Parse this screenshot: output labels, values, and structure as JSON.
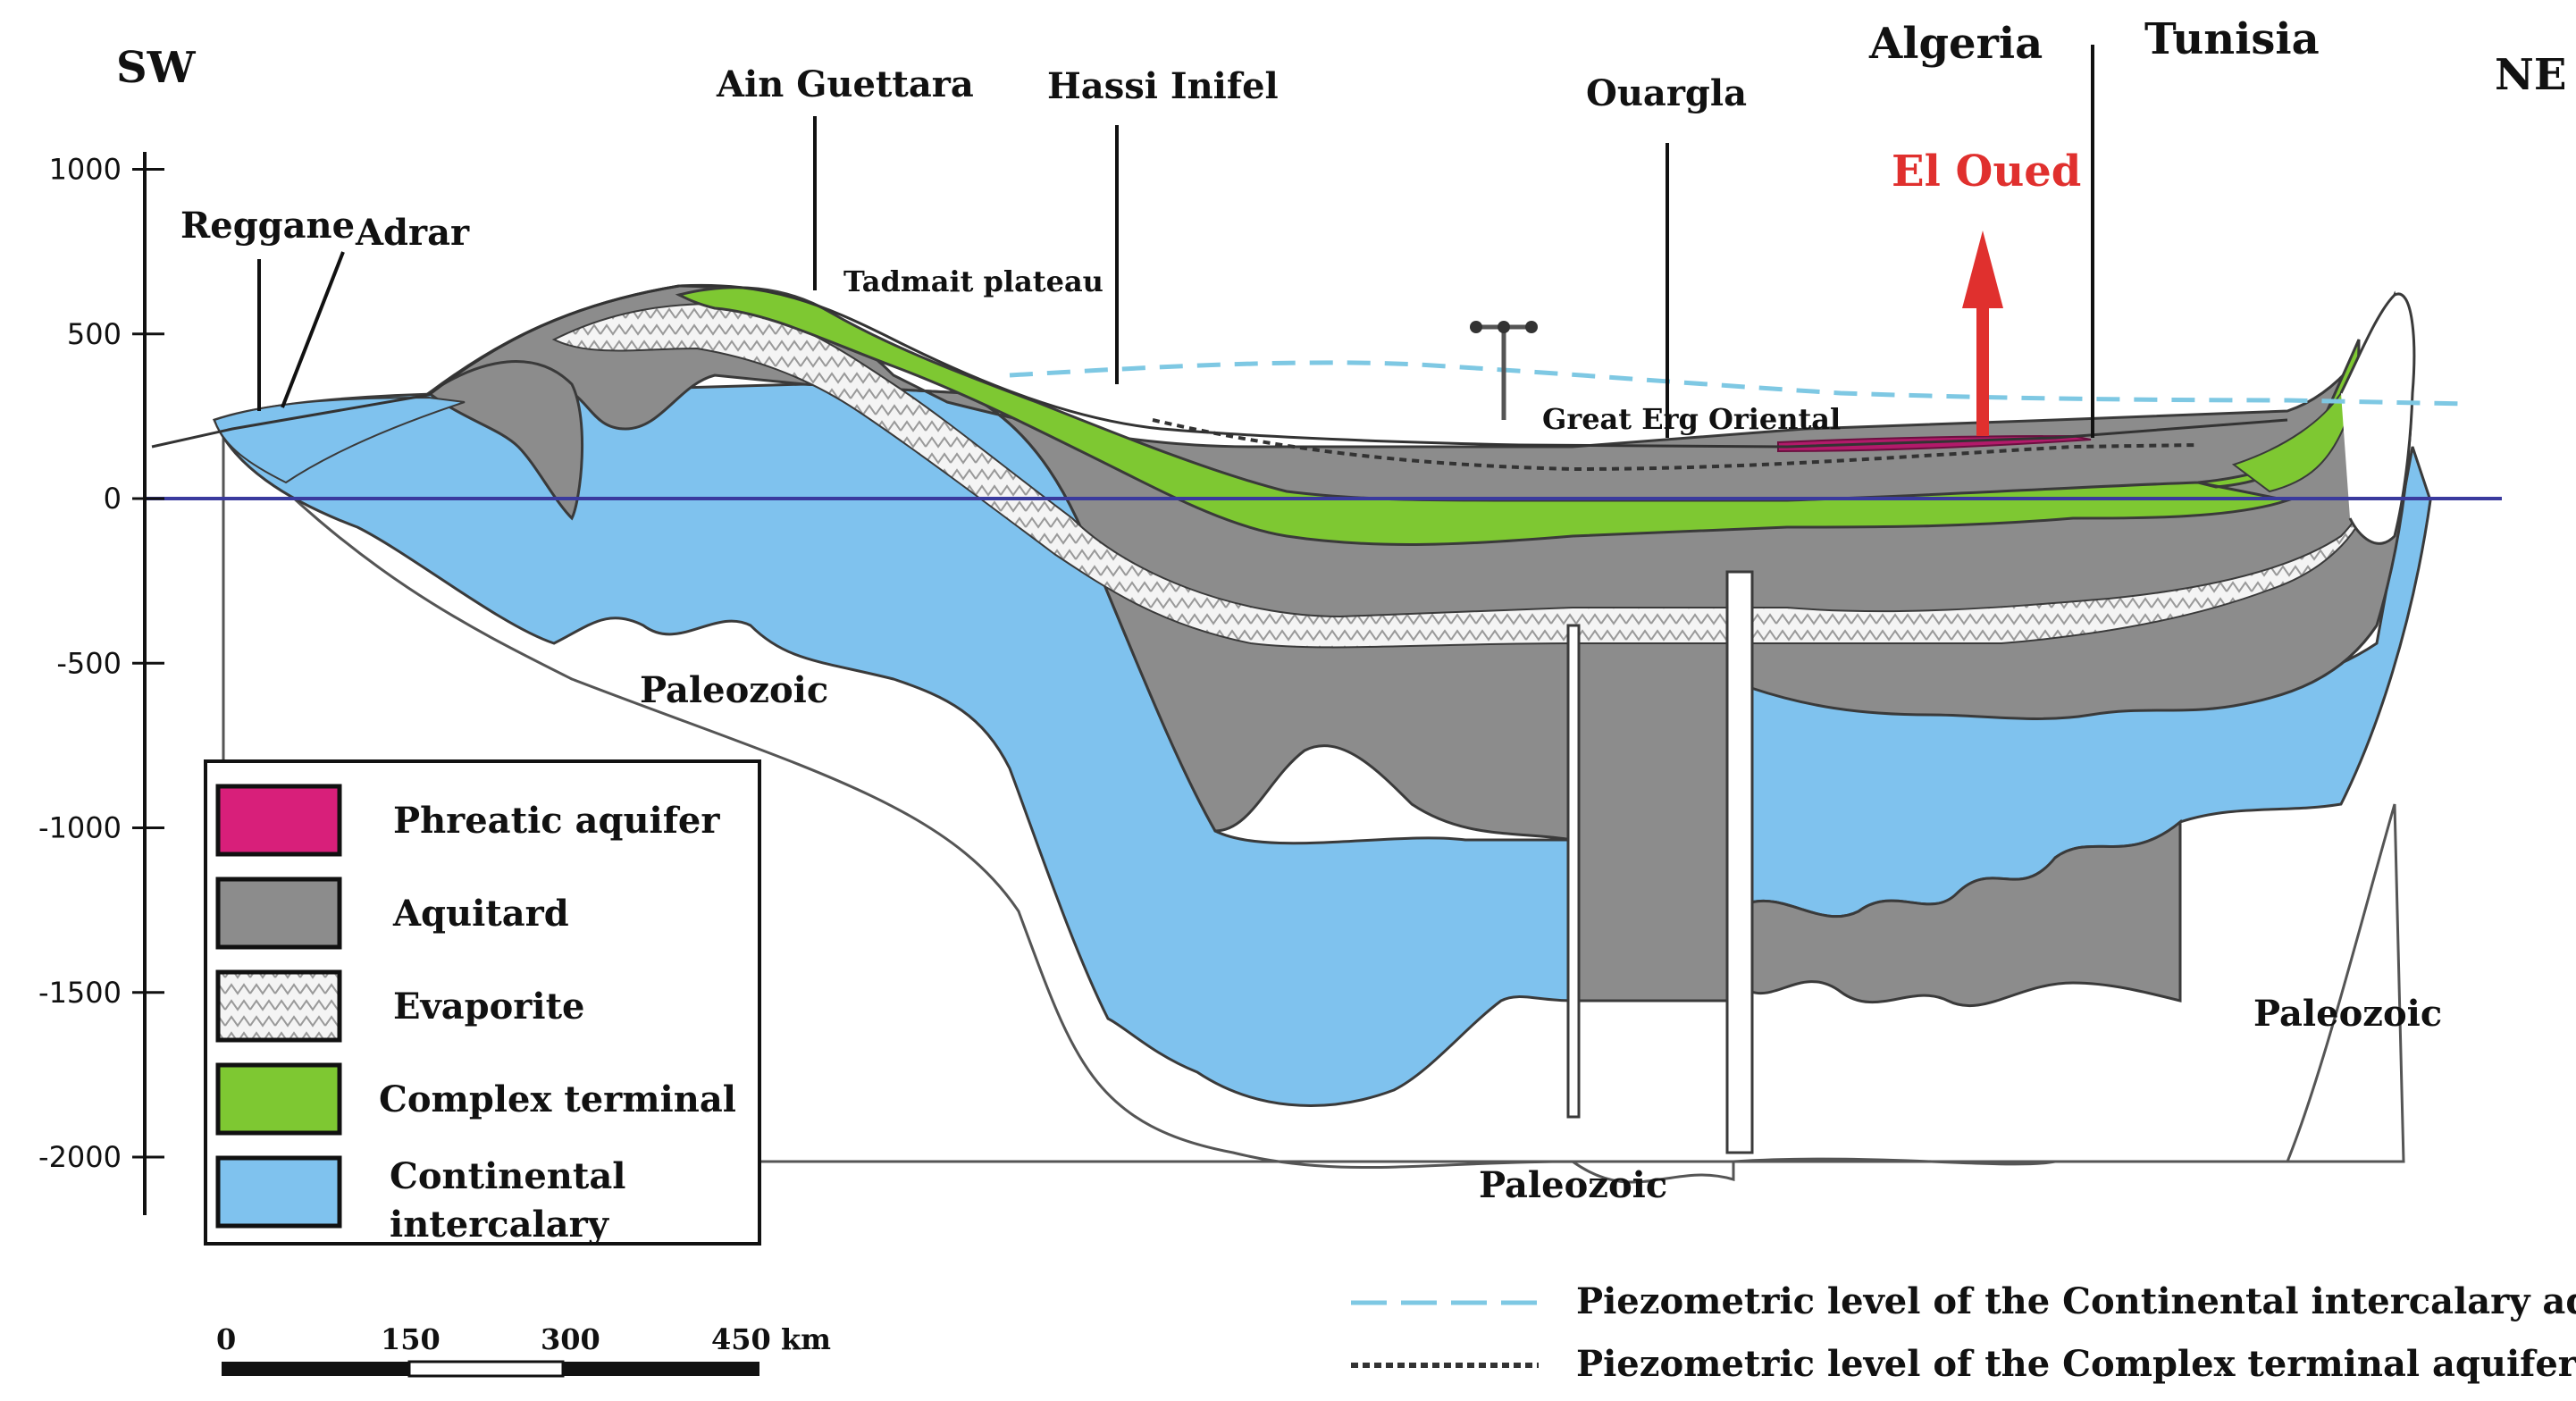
{
  "orientation": {
    "left": "SW",
    "right": "NE"
  },
  "countries": [
    "Algeria",
    "Tunisia"
  ],
  "highlight": {
    "label": "El Oued",
    "color": "#e0302e"
  },
  "places": {
    "reggane": "Reggane",
    "adrar": "Adrar",
    "ain_guettara": "Ain Guettara",
    "hassi_inifel": "Hassi Inifel",
    "tadmait": "Tadmait plateau",
    "ouargla": "Ouargla",
    "great_erg": "Great Erg Oriental"
  },
  "paleozoic": [
    "Paleozoic",
    "Paleozoic",
    "Paleozoic"
  ],
  "y_axis": {
    "ticks": [
      1000,
      500,
      0,
      -500,
      -1000,
      -1500,
      -2000
    ],
    "tick_labels": [
      "1000",
      "500",
      "0",
      "-500",
      "-1000",
      "-1500",
      "-2000"
    ]
  },
  "legend": [
    {
      "label": "Phreatic aquifer",
      "color": "#d81f7a"
    },
    {
      "label": "Aquitard",
      "color": "#8c8c8c"
    },
    {
      "label": "Evaporite",
      "color": "#efefef"
    },
    {
      "label": "Complex terminal",
      "color": "#7ec832"
    },
    {
      "label": "Continental\nintercalary",
      "label_line1": "Continental",
      "label_line2": "intercalary",
      "color": "#7fc2ee"
    }
  ],
  "scale_bar": {
    "ticks": [
      "0",
      "150",
      "300",
      "450 km"
    ]
  },
  "line_legend": {
    "ci": {
      "label": "Piezometric level of the Continental intercalary aquifer",
      "color": "#7ec8e3"
    },
    "ct": {
      "label": "Piezometric level of the Complex terminal aquifer",
      "color": "#333333"
    }
  },
  "colors": {
    "aquitard": "#8c8c8c",
    "ci": "#7fc2ee",
    "ct": "#7ec832",
    "sea_level": "#3a3aa0"
  }
}
